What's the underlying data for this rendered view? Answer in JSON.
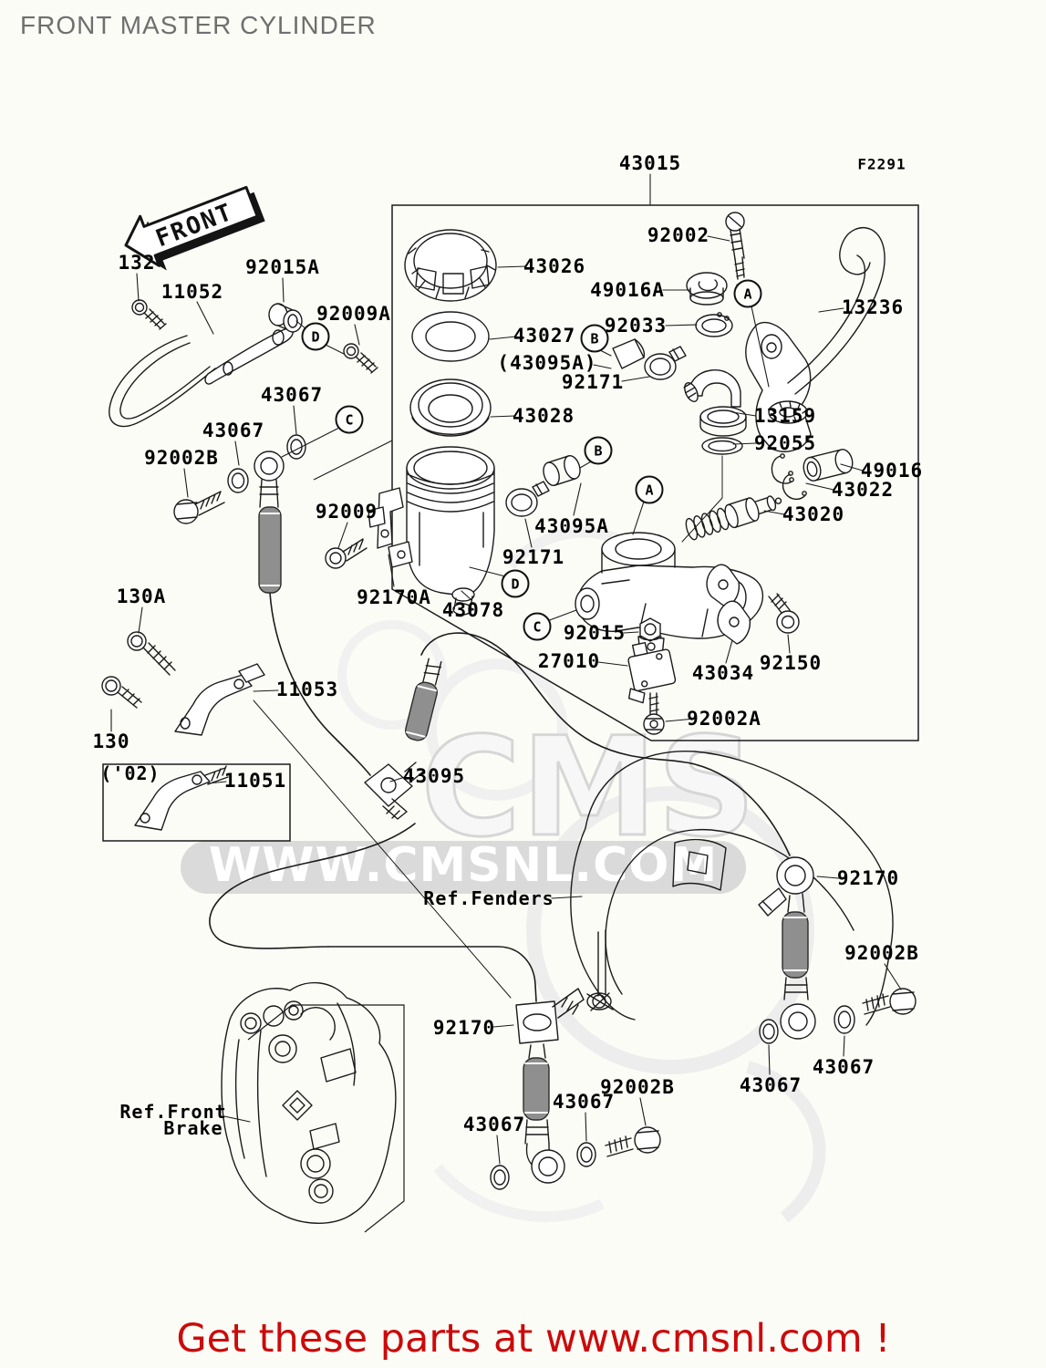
{
  "page": {
    "title": "FRONT MASTER CYLINDER",
    "diagram_code": "F2291",
    "front_badge": "FRONT",
    "watermark_big": "CMS",
    "watermark_url": "WWW.CMSNL.COM",
    "footer_text": "Get these parts at www.cmsnl.com !"
  },
  "colors": {
    "line": "#1b1b1b",
    "label": "#000000",
    "title_gray": "#6f6f6f",
    "footer_red": "#cc0a0a",
    "watermark_gray": "#dadada",
    "background": "#fcfcf7"
  },
  "refs": {
    "fenders": "Ref.Fenders",
    "front_brake_1": "Ref.Front",
    "front_brake_2": "Brake",
    "year_note": "('02)"
  },
  "callouts": {
    "a": "A",
    "b": "B",
    "c": "C",
    "d": "D"
  },
  "parts": {
    "assembly": "43015",
    "cap": "43026",
    "plate": "43027",
    "diaphragm": "43028",
    "reservoir": "43078",
    "bracket_92170A": "92170A",
    "bolt_92009": "92009",
    "boot_alt": "(43095A)",
    "clamp_92171_top": "92171",
    "clamp_92171_bottom": "92171",
    "boot": "43095A",
    "bolt_92002": "92002",
    "cup_49016A": "49016A",
    "ring_92033": "92033",
    "lever": "13236",
    "elbow": "13159",
    "oring_92055": "92055",
    "cup_49016": "49016",
    "circlip_43022": "43022",
    "piston_43020": "43020",
    "nut_92015": "92015",
    "switch_27010": "27010",
    "clamp_43034": "43034",
    "bolt_92150": "92150",
    "bolt_92002A": "92002A",
    "pin_132": "132",
    "holder_11052": "11052",
    "collar_92015A": "92015A",
    "bolt_92009A": "92009A",
    "washer_43067_a": "43067",
    "washer_43067_b": "43067",
    "washer_43067_c": "43067",
    "washer_43067_d": "43067",
    "washer_43067_e": "43067",
    "washer_43067_f": "43067",
    "bolt_92002B_a": "92002B",
    "bolt_92002B_r": "92002B",
    "bolt_92002B_b": "92002B",
    "bolt_130A": "130A",
    "bracket_11053": "11053",
    "bolt_130": "130",
    "bracket_11051": "11051",
    "joint_43095": "43095",
    "banjo_92170_right": "92170",
    "banjo_92170_bottom": "92170"
  }
}
